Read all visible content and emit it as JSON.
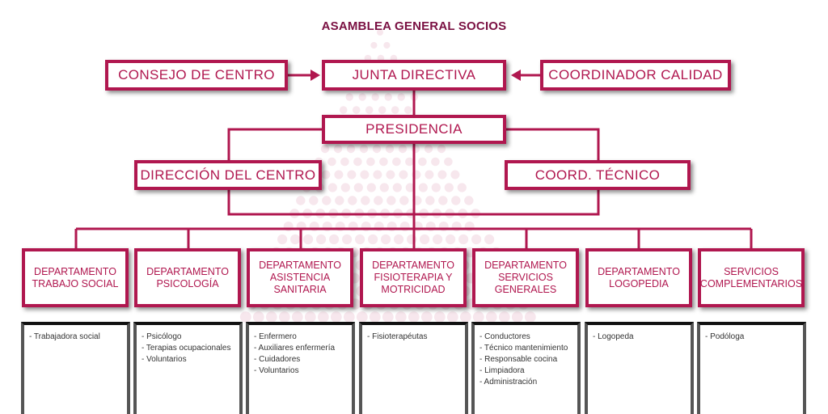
{
  "title": "ASAMBLEA GENERAL SOCIOS",
  "nodes": {
    "consejo": "CONSEJO DE CENTRO",
    "junta": "JUNTA DIRECTIVA",
    "coordinador_calidad": "COORDINADOR CALIDAD",
    "presidencia": "PRESIDENCIA",
    "direccion": "DIRECCIÓN DEL CENTRO",
    "coord_tecnico": "COORD. TÉCNICO"
  },
  "departments": [
    {
      "label": "DEPARTAMENTO\nTRABAJO SOCIAL",
      "items": [
        "- Trabajadora social"
      ]
    },
    {
      "label": "DEPARTAMENTO\nPSICOLOGÍA",
      "items": [
        "- Psicólogo",
        "- Terapias ocupacionales",
        "- Voluntarios"
      ]
    },
    {
      "label": "DEPARTAMENTO\nASISTENCIA\nSANITARIA",
      "items": [
        "- Enfermero",
        "- Auxiliares enfermería",
        "- Cuidadores",
        "- Voluntarios"
      ]
    },
    {
      "label": "DEPARTAMENTO\nFISIOTERAPIA Y\nMOTRICIDAD",
      "items": [
        "- Fisioterapéutas"
      ]
    },
    {
      "label": "DEPARTAMENTO\nSERVICIOS\nGENERALES",
      "items": [
        "- Conductores",
        "- Técnico mantenimiento",
        "- Responsable cocina",
        "- Limpiadora",
        "- Administración"
      ]
    },
    {
      "label": "DEPARTAMENTO\nLOGOPEDIA",
      "items": [
        "- Logopeda"
      ]
    },
    {
      "label": "SERVICIOS\nCOMPLEMENTARIOS",
      "items": [
        "-  Podóloga"
      ]
    }
  ],
  "colors": {
    "accent": "#b0174f",
    "title": "#7a1042"
  }
}
